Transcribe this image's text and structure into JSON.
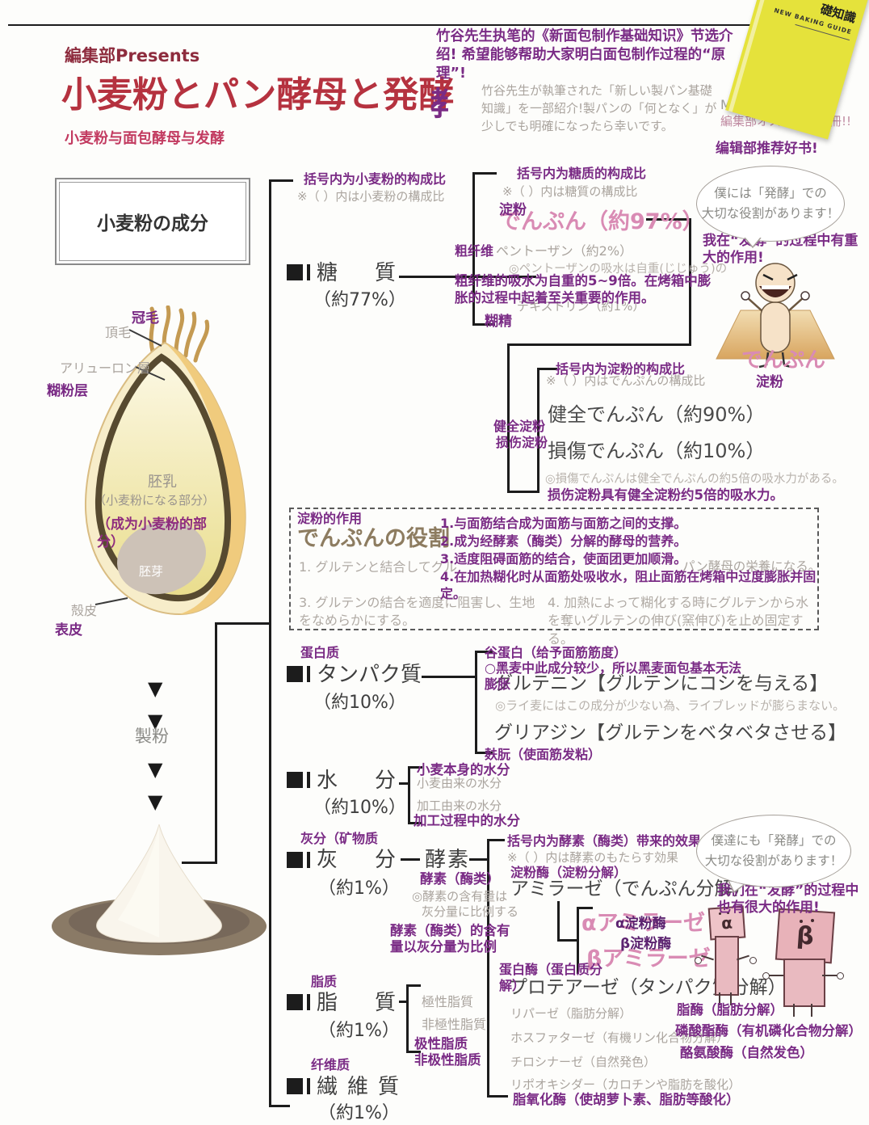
{
  "colors": {
    "accent_red": "#b5323f",
    "accent_purple": "#7a2b85",
    "pink": "#d98bb4",
    "gray_jp": "#aaa49e",
    "book_yellow": "#e5e23b"
  },
  "header": {
    "presents": "編集部Presents",
    "title": "小麦粉とパン酵母と発酵",
    "subtitle": "小麦粉与面包酵母与发酵"
  },
  "intro": {
    "cn": "竹谷先生执笔的《新面包制作基础知识》节选介绍! 希望能够帮助大家明白面包制作过程的“原理”!",
    "jp": "竹谷先生が執筆された「新しい製パン基礎知識」を一部紹介!製パンの「何となく」が少しでも明確になったら幸いです。",
    "kanji_deco": "酵"
  },
  "book": {
    "title_fragment": "礎知識",
    "subtitle": "NEW BAKING GUIDE",
    "must_buy": "Must buy!",
    "recommend_jp": "編集部オススメの一冊!!",
    "recommend_cn": "编辑部推荐好书!"
  },
  "grain": {
    "box_title": "小麦粉の成分",
    "crown_cn": "冠毛",
    "crown_jp": "頂毛",
    "aleurone_jp": "アリューロン層",
    "aleurone_cn": "糊粉层",
    "endosperm_jp": "胚乳",
    "endosperm_sub_jp": "（小麦粉になる部分）",
    "endosperm_sub_cn": "（成为小麦粉的部分）",
    "germ": "胚芽",
    "husk_jp": "殻皮",
    "husk_cn": "表皮"
  },
  "flour": {
    "milling": "製粉",
    "arrow": "▼"
  },
  "tree": {
    "root_note_cn": "括号内为小麦粉的构成比",
    "root_note_jp": "※（ ）内は小麦粉の構成比",
    "components": [
      {
        "cn": "",
        "label": "糖質",
        "pct": "（約77%）"
      },
      {
        "cn": "蛋白质",
        "label": "タンパク質",
        "pct": "（約10%）"
      },
      {
        "cn": "",
        "label": "水分",
        "pct": "（約10%）"
      },
      {
        "cn": "灰分（矿物质）",
        "label": "灰分",
        "pct": "（約1%）"
      },
      {
        "cn": "脂质",
        "label": "脂質",
        "pct": "（約1%）"
      },
      {
        "cn": "纤维质",
        "label": "繊維質",
        "pct": "（約1%）"
      }
    ]
  },
  "sugar": {
    "note_cn": "括号内为糖质的构成比",
    "note_jp": "※（ ）内は糖質の構成比",
    "starch_cn": "淀粉",
    "starch_jp": "でんぷん（約97%）",
    "pentosan_cn": "粗纤维",
    "pentosan_jp": "ペントーザン（約2%）",
    "pentosan_note_jp": "◎ペントーザンの吸水は自重(じじゅう)の",
    "pentosan_note_cn": "粗纤维的吸水为自重的5~9倍。在烤箱中膨胀的过程中起着至关重要的作用。",
    "dextrin_jp": "デキストリン（約1%）",
    "dextrin_cn": "糊精"
  },
  "starch": {
    "note_cn": "括号内为淀粉的构成比",
    "note_jp": "※（ ）内はでんぷんの構成比",
    "healthy_cn": "健全淀粉",
    "damaged_cn": "损伤淀粉",
    "healthy_jp": "健全でんぷん（約90%）",
    "damaged_jp": "損傷でんぷん（約10%）",
    "note2_jp": "◎損傷でんぷんは健全でんぷんの約5倍の吸水力がある。",
    "note2_cn": "损伤淀粉具有健全淀粉约5倍的吸水力。"
  },
  "starch_char": {
    "bubble_l1": "僕には「発酵」での",
    "bubble_l2": "大切な役割があります！",
    "cn": "我在“发酵”的过程中有重大的作用!",
    "name_jp": "でんぷん",
    "name_cn": "淀粉"
  },
  "role": {
    "title_cn": "淀粉的作用",
    "title_jp": "でんぷんの役割",
    "cn1": "1.与面筋结合成为面筋与面筋之间的支撑。",
    "cn2": "2.成为经酵素（酶类）分解的酵母的营养。",
    "cn3": "3.适度阻碍面筋的结合，使面团更加顺滑。",
    "cn4": "4.在加热糊化时从面筋处吸收水，阻止面筋在烤箱中过度膨胀并固定。",
    "jp1": "1. グルテンと結合してグル",
    "jp2_fragment": "パン酵母の栄養になる。",
    "jp3": "3. グルテンの結合を適度に阻害し、生地をなめらかにする。",
    "jp4": "4. 加熱によって糊化する時にグルテンから水を奪いグルテンの伸び(窯伸び)を止め固定する。"
  },
  "protein": {
    "glutenin_cn": "谷蛋白（给予面筋筋度）",
    "glutenin_note_cn": "○黑麦中此成分较少，所以黑麦面包基本无法膨胀",
    "glutenin_jp": "グルテニン【グルテンにコシを与える】",
    "glutenin_note_jp": "◎ライ麦にはこの成分が少ない為、ライブレッドが膨らまない。",
    "gliadin_jp": "グリアジン【グルテンをベタベタさせる】",
    "gliadin_cn": "麸朊（使面筋发粘）"
  },
  "water": {
    "native_cn": "小麦本身的水分",
    "native_jp": "小麦由来の水分",
    "process_jp": "加工由来の水分",
    "process_cn": "加工过程中的水分"
  },
  "ash": {
    "enzyme_jp": "酵素",
    "enzyme_cn": "酵素（酶类）",
    "enzyme_note_jp1": "◎酵素の含有量は",
    "enzyme_note_jp2": "灰分量に比例する",
    "enzyme_note_cn1": "酵素（酶类）的含有",
    "enzyme_note_cn2": "量以灰分量为比例",
    "effect_note_cn": "括号内为酵素（酶类）带来的效果",
    "effect_note_jp": "※（ ）内は酵素のもたらす効果",
    "amylase_cn": "淀粉酶（淀粉分解）",
    "amylase_jp": "アミラーゼ（でんぷん分解）",
    "alpha_jp": "αアミラーゼ",
    "alpha_cn": "α淀粉酶",
    "beta_cn": "β淀粉酶",
    "beta_jp": "βアミラーゼ",
    "protease_cn": "蛋白酶（蛋白质分解）",
    "protease_jp": "プロテアーゼ（タンパク質分解）",
    "lipase_jp": "リパーゼ（脂肪分解）",
    "lipase_cn": "脂酶（脂肪分解）",
    "phosphatase_jp": "ホスファターゼ（有機リン化合物分解）",
    "phosphatase_cn": "磷酸酯酶（有机磷化合物分解）",
    "tyrosinase_jp": "チロシナーゼ（自然発色）",
    "tyrosinase_cn": "酪氨酸酶（自然发色）",
    "lipoxidase_jp": "リポオキシダー（カロチンや脂肪を酸化）",
    "lipoxidase_cn": "脂氧化酶（使胡萝卜素、脂肪等酸化）"
  },
  "enzyme_chars": {
    "bubble_l1": "僕達にも「発酵」での",
    "bubble_l2": "大切な役割があります！",
    "cn": "我们在“发酵”的过程中也有很大的作用!",
    "alpha_face": "α",
    "beta_face": "β"
  },
  "fat": {
    "polar_jp": "極性脂質",
    "nonpolar_jp": "非極性脂質",
    "polar_cn": "极性脂质",
    "nonpolar_cn": "非极性脂质"
  }
}
